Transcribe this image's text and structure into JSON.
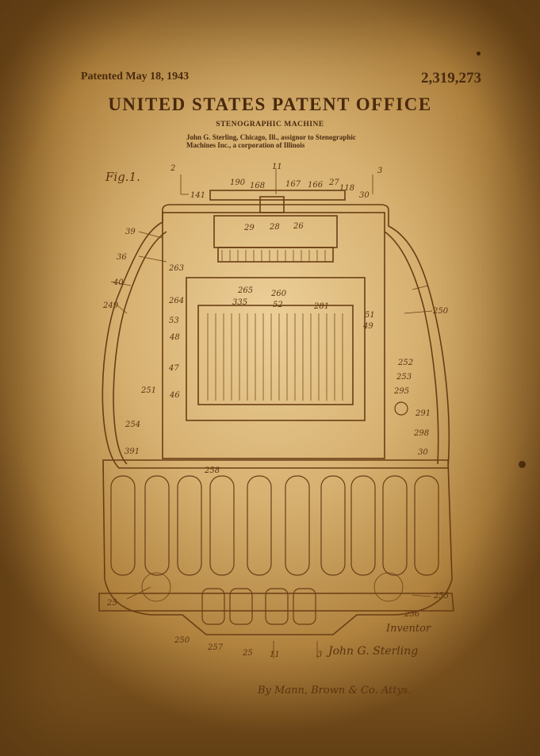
{
  "header": {
    "patented_date": "Patented May 18, 1943",
    "patent_number": "2,319,273",
    "office": "UNITED STATES PATENT OFFICE",
    "title": "STENOGRAPHIC MACHINE",
    "assignor": "John G. Sterling, Chicago, Ill., assignor to Stenographic Machines Inc., a corporation of Illinois"
  },
  "drawing": {
    "figure_label": "Fig.1.",
    "ref_numerals": [
      "2",
      "11",
      "3",
      "190",
      "168",
      "167",
      "166",
      "27",
      "118",
      "30",
      "141",
      "39",
      "36",
      "29",
      "28",
      "26",
      "263",
      "40",
      "265",
      "264",
      "335",
      "260",
      "52",
      "249",
      "281",
      "250",
      "53",
      "51",
      "49",
      "47",
      "48",
      "252",
      "253",
      "251",
      "46",
      "295",
      "291",
      "254",
      "298",
      "391",
      "30",
      "258",
      "25",
      "255",
      "256",
      "250",
      "257",
      "25",
      "11",
      "3"
    ],
    "inventor_label": "Inventor",
    "inventor_name": "John G. Sterling",
    "attorney_signature": "By Mann, Brown & Co. Attys."
  },
  "colors": {
    "ink": "#4a2a0e",
    "paper": "#d9b676"
  }
}
